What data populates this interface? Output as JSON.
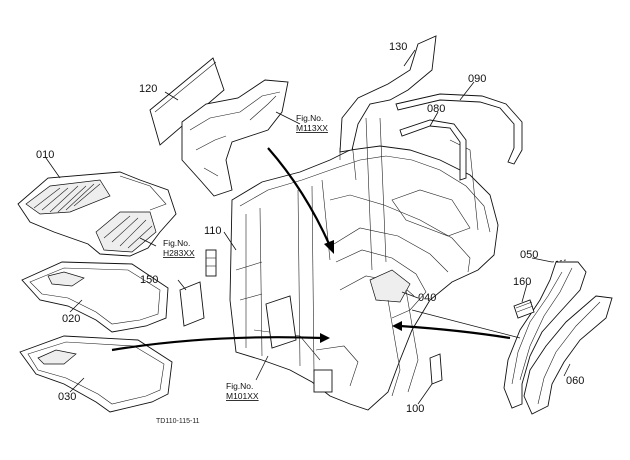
{
  "diagram": {
    "parts": [
      {
        "id": "p010",
        "label": "010"
      },
      {
        "id": "p020",
        "label": "020"
      },
      {
        "id": "p030",
        "label": "030"
      },
      {
        "id": "p040",
        "label": "040"
      },
      {
        "id": "p050",
        "label": "050"
      },
      {
        "id": "p060",
        "label": "060"
      },
      {
        "id": "p080",
        "label": "080"
      },
      {
        "id": "p090",
        "label": "090"
      },
      {
        "id": "p100",
        "label": "100"
      },
      {
        "id": "p110",
        "label": "110"
      },
      {
        "id": "p120",
        "label": "120"
      },
      {
        "id": "p130",
        "label": "130"
      },
      {
        "id": "p150",
        "label": "150"
      },
      {
        "id": "p160",
        "label": "160"
      }
    ],
    "fig_refs": [
      {
        "title": "Fig.No.",
        "code": "M113XX"
      },
      {
        "title": "Fig.No.",
        "code": "H283XX"
      },
      {
        "title": "Fig.No.",
        "code": "M101XX"
      }
    ],
    "footer_code": "TD110-115-11"
  }
}
